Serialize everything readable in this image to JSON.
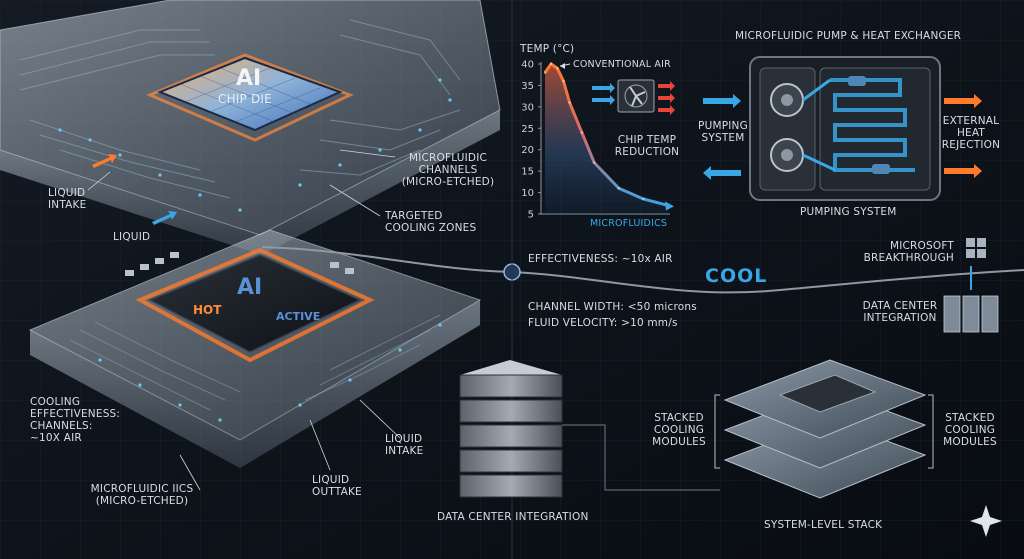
{
  "colors": {
    "background": "#0c1118",
    "accent_hot": "#ff7a2a",
    "accent_cool": "#3aa6e4",
    "chip_top": "#5b8fd6"
  },
  "top_chip": {
    "title": "AI",
    "subtitle": "CHIP DIE",
    "channels_label": "MICROFLUIDIC\nCHANNELS\n(MICRO-ETCHED)",
    "zones_label": "TARGETED\nCOOLING ZONES",
    "intake_label": "LIQUID\nINTAKE",
    "liquid_label": "LIQUID"
  },
  "bottom_chip": {
    "title": "AI",
    "hot_label": "HOT",
    "active_label": "ACTIVE",
    "effectiveness_label": "COOLING\nEFFECTIVENESS:\nCHANNELS:\n~10x AIR",
    "microfluidic_label": "MICROFLUIDIC IICS\n(MICRO-ETCHED)",
    "outtake_label": "LIQUID\nOUTTAKE",
    "intake_label": "LIQUID\nINTAKE"
  },
  "chart": {
    "ylabel": "TEMP (°C)",
    "yticks": [
      "40",
      "35",
      "30",
      "25",
      "20",
      "15",
      "10",
      "5"
    ],
    "conventional_label": "CONVENTIONAL AIR",
    "reduction_label": "CHIP TEMP\nREDUCTION",
    "microfluidics_label": "MICROFLUIDICS"
  },
  "pump": {
    "title": "MICROFLUIDIC PUMP & HEAT EXCHANGER",
    "left_label": "PUMPING\nSYSTEM",
    "right_label": "EXTERNAL\nHEAT\nREJECTION",
    "caption": "PUMPING SYSTEM"
  },
  "middle": {
    "effectiveness": "EFFECTIVENESS: ~10x AIR",
    "cool": "COOL",
    "channel_width": "CHANNEL WIDTH: <50 microns",
    "fluid_velocity": "FLUID VELOCITY: >10 mm/s"
  },
  "microsoft": {
    "breakthrough": "MICROSOFT\nBREAKTHROUGH",
    "integration": "DATA CENTER\nINTEGRATION"
  },
  "server": {
    "caption": "DATA CENTER INTEGRATION"
  },
  "stack": {
    "left_label": "STACKED\nCOOLING\nMODULES",
    "right_label": "STACKED\nCOOLING\nMODULES",
    "caption": "SYSTEM-LEVEL STACK"
  },
  "chart_data": {
    "type": "line",
    "ylabel": "TEMP (°C)",
    "ylim": [
      5,
      40
    ],
    "yticks": [
      40,
      35,
      30,
      25,
      20,
      15,
      10,
      5
    ],
    "series": [
      {
        "name": "CONVENTIONAL AIR",
        "x": [
          0,
          0.5,
          1,
          1.5,
          2,
          3,
          4,
          6,
          8,
          10
        ],
        "values": [
          38,
          40,
          39,
          36,
          31,
          24,
          17,
          11,
          8.5,
          7
        ]
      }
    ]
  }
}
